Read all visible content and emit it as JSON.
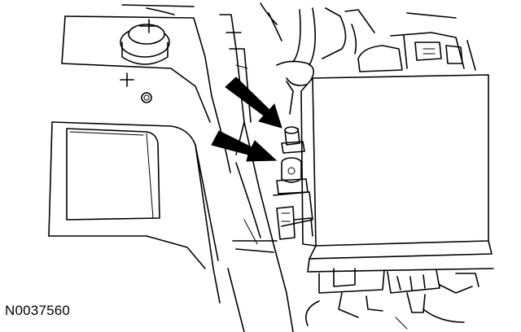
{
  "figure": {
    "id_label": "N0037560",
    "callout_arrows": 2,
    "line_color": "#000000",
    "background": "#ffffff"
  },
  "icons": {
    "arrow_upper": "pointer-arrow",
    "arrow_lower": "pointer-arrow",
    "plus_mark": "plus-symbol"
  }
}
